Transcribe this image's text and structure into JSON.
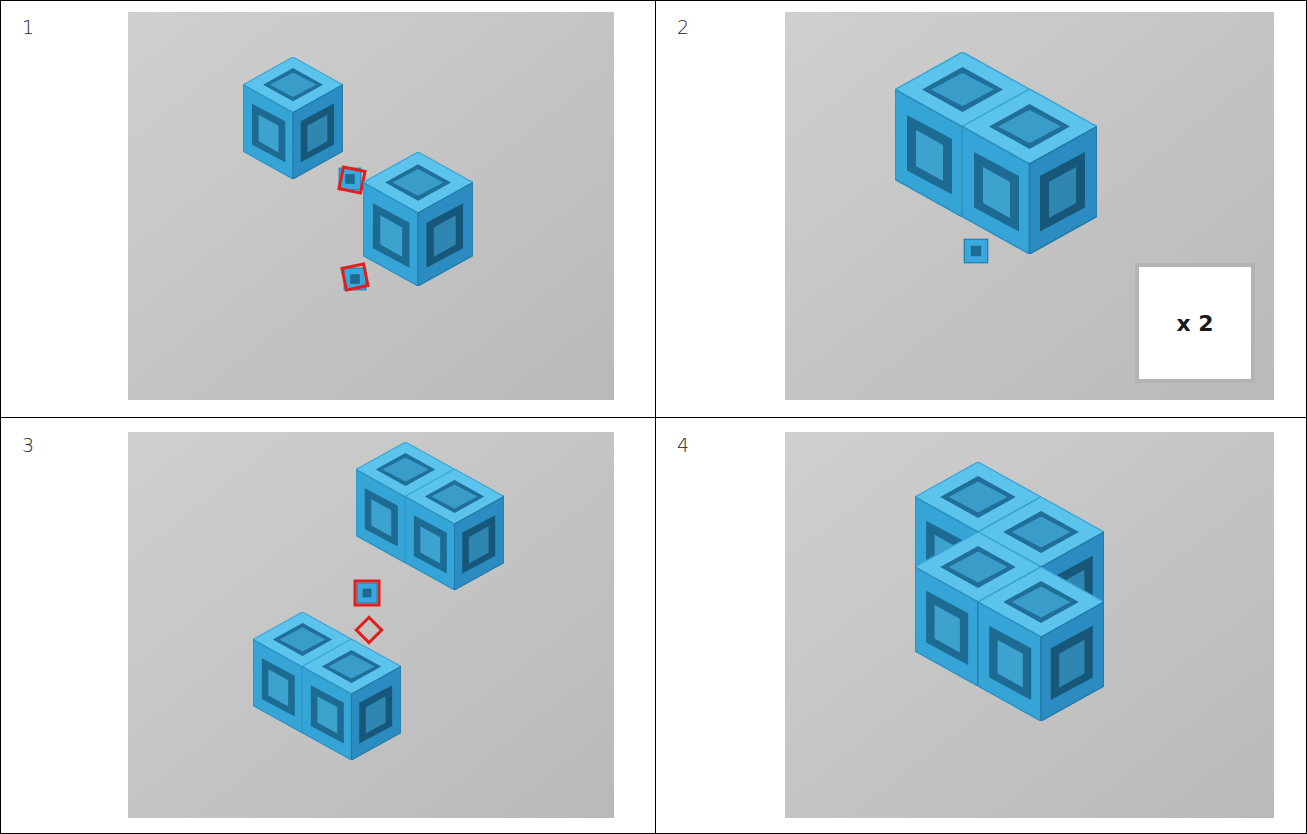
{
  "diagram": {
    "nodes": [
      {
        "text": [
          "x 2"
        ]
      }
    ],
    "labels": [
      "1",
      "2",
      "3",
      "4"
    ]
  }
}
